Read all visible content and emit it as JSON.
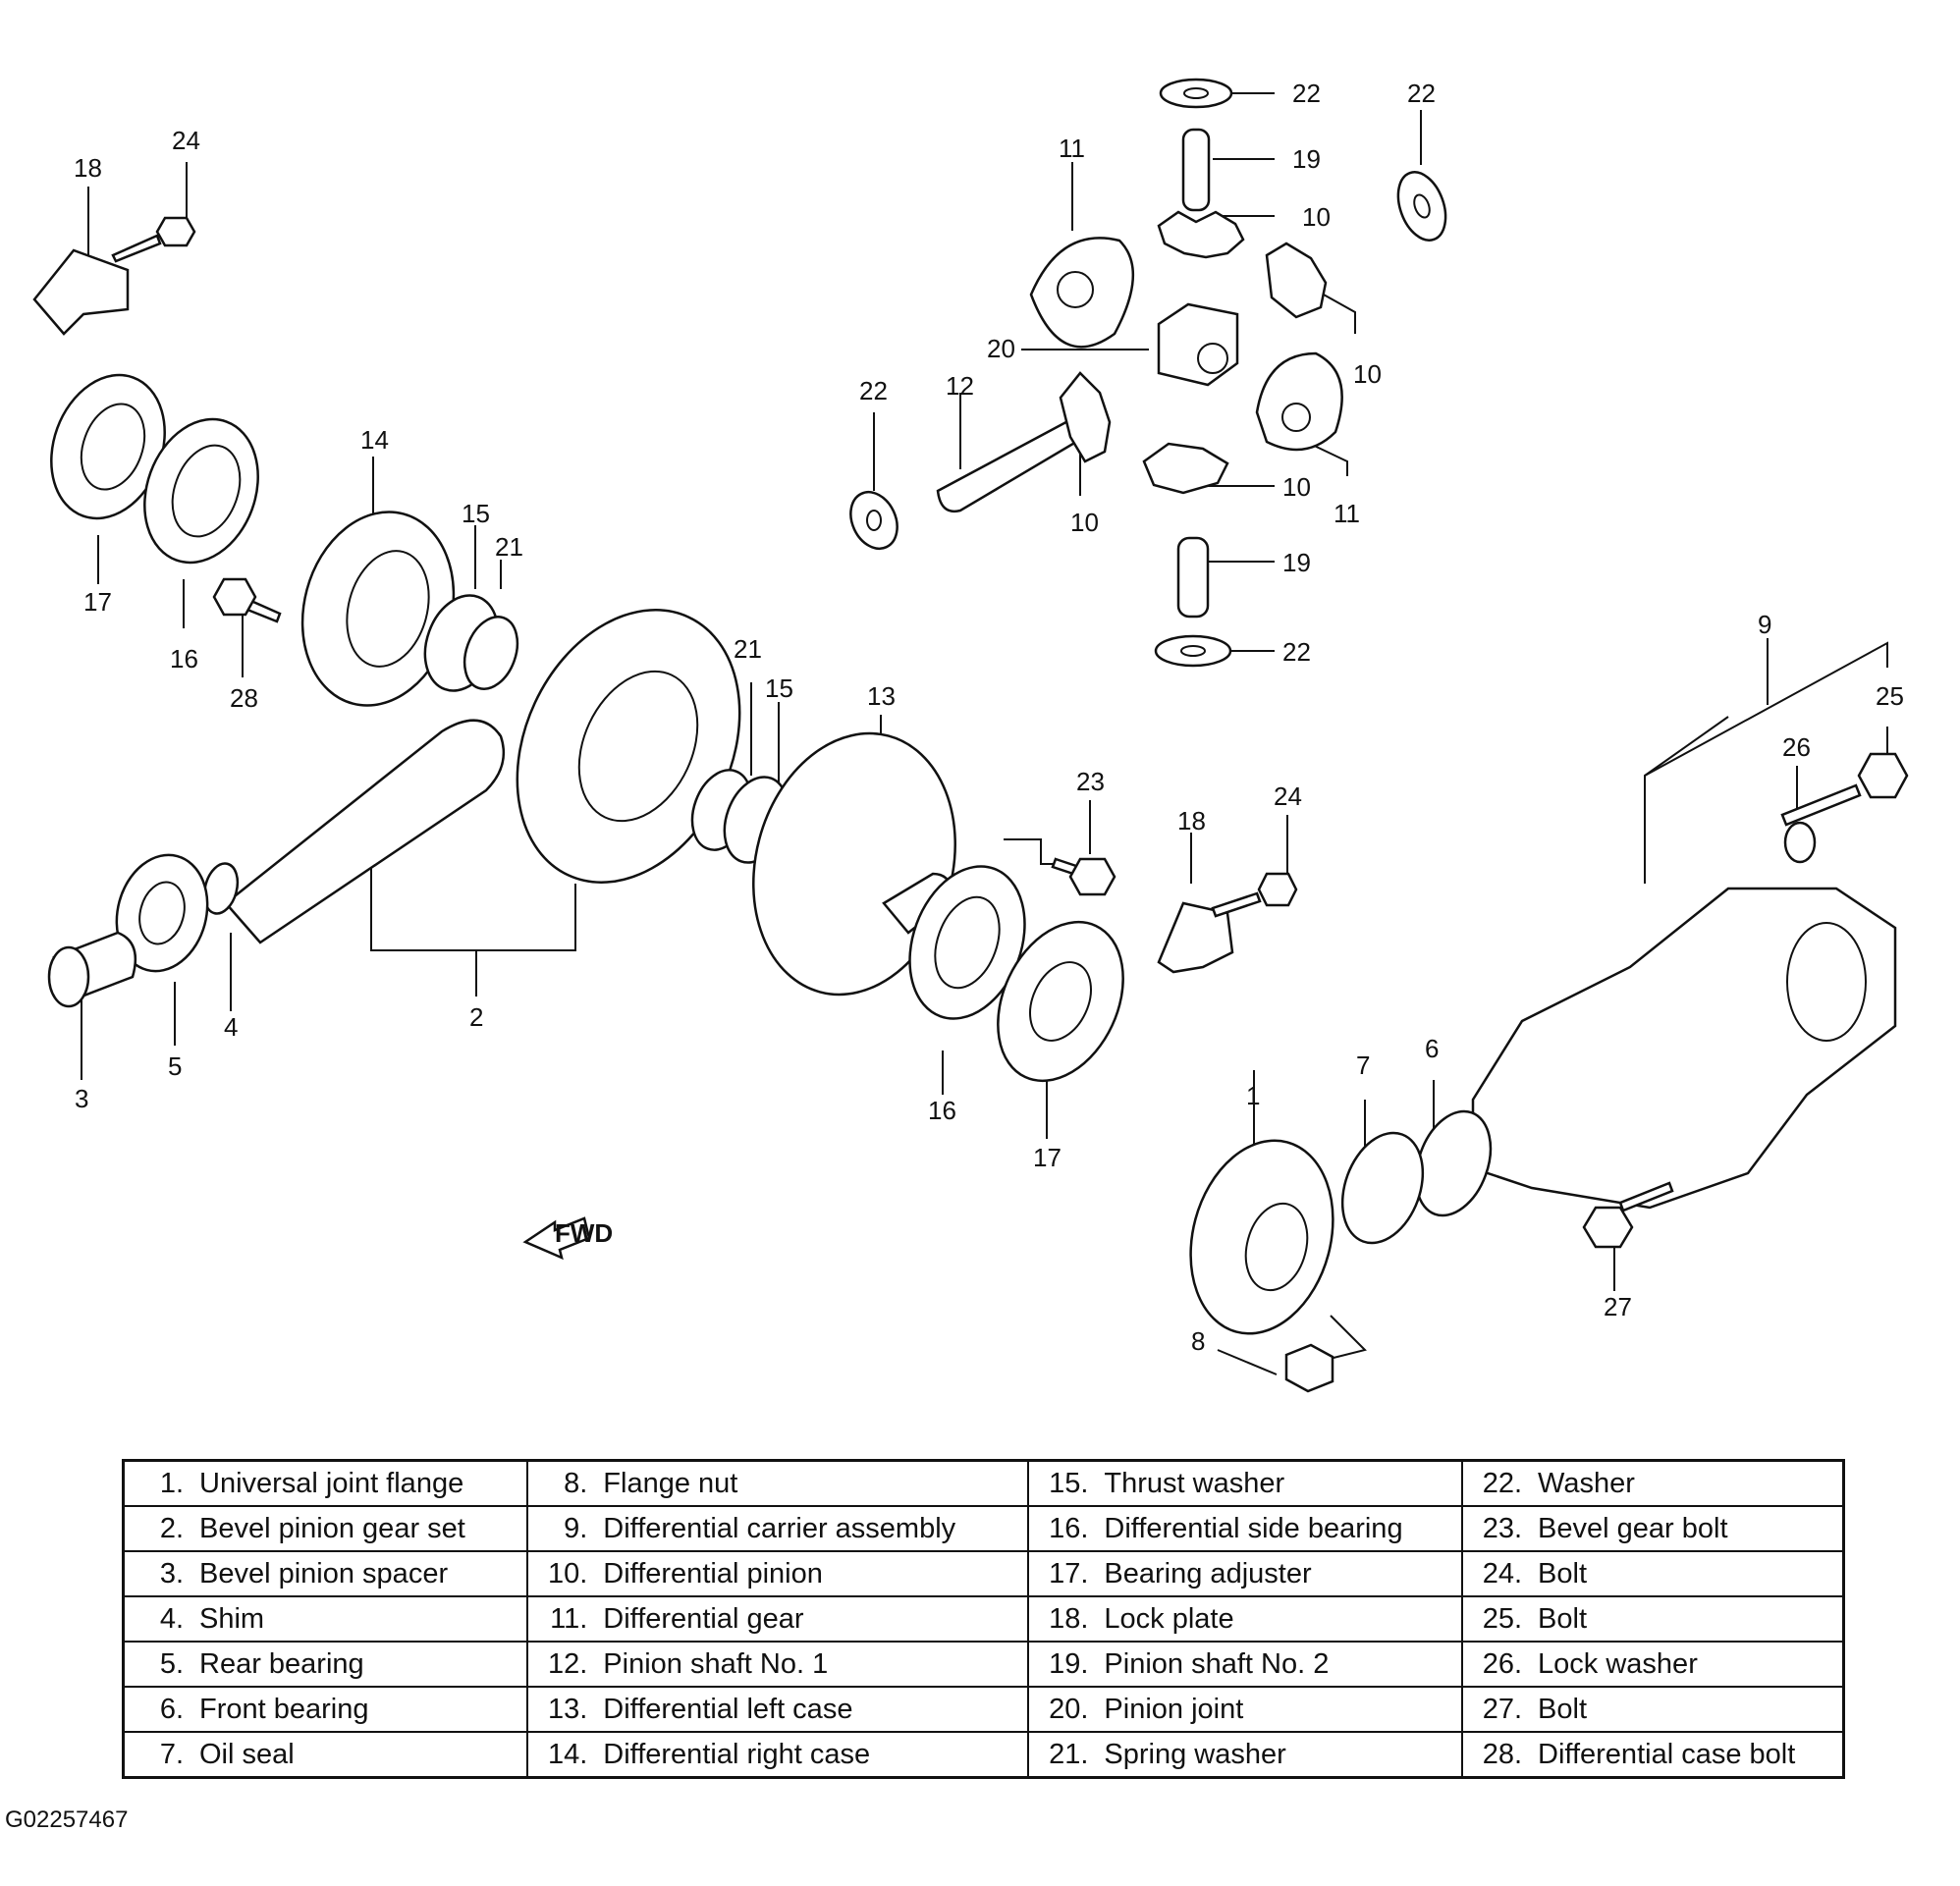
{
  "callouts": {
    "c1": "1",
    "c2": "2",
    "c3": "3",
    "c4": "4",
    "c5": "5",
    "c6": "6",
    "c7": "7",
    "c8": "8",
    "c9": "9",
    "c10": "10",
    "c11": "11",
    "c12": "12",
    "c13": "13",
    "c14": "14",
    "c15": "15",
    "c16": "16",
    "c17": "17",
    "c18": "18",
    "c19": "19",
    "c20": "20",
    "c21": "21",
    "c22": "22",
    "c23": "23",
    "c24": "24",
    "c25": "25",
    "c26": "26",
    "c27": "27",
    "c28": "28"
  },
  "fwd_label": "FWD",
  "legend": [
    [
      {
        "n": "1.",
        "t": "Universal joint flange"
      },
      {
        "n": "8.",
        "t": "Flange nut"
      },
      {
        "n": "15.",
        "t": "Thrust washer"
      },
      {
        "n": "22.",
        "t": "Washer"
      }
    ],
    [
      {
        "n": "2.",
        "t": "Bevel pinion gear set"
      },
      {
        "n": "9.",
        "t": "Differential carrier assembly"
      },
      {
        "n": "16.",
        "t": "Differential side bearing"
      },
      {
        "n": "23.",
        "t": "Bevel gear bolt"
      }
    ],
    [
      {
        "n": "3.",
        "t": "Bevel pinion spacer"
      },
      {
        "n": "10.",
        "t": "Differential pinion"
      },
      {
        "n": "17.",
        "t": "Bearing adjuster"
      },
      {
        "n": "24.",
        "t": "Bolt"
      }
    ],
    [
      {
        "n": "4.",
        "t": "Shim"
      },
      {
        "n": "11.",
        "t": "Differential gear"
      },
      {
        "n": "18.",
        "t": "Lock plate"
      },
      {
        "n": "25.",
        "t": "Bolt"
      }
    ],
    [
      {
        "n": "5.",
        "t": "Rear bearing"
      },
      {
        "n": "12.",
        "t": "Pinion shaft No. 1"
      },
      {
        "n": "19.",
        "t": "Pinion shaft No. 2"
      },
      {
        "n": "26.",
        "t": "Lock washer"
      }
    ],
    [
      {
        "n": "6.",
        "t": "Front bearing"
      },
      {
        "n": "13.",
        "t": "Differential left case"
      },
      {
        "n": "20.",
        "t": "Pinion joint"
      },
      {
        "n": "27.",
        "t": "Bolt"
      }
    ],
    [
      {
        "n": "7.",
        "t": "Oil seal"
      },
      {
        "n": "14.",
        "t": "Differential right case"
      },
      {
        "n": "21.",
        "t": "Spring washer"
      },
      {
        "n": "28.",
        "t": "Differential case bolt"
      }
    ]
  ],
  "figure_id": "G02257467"
}
